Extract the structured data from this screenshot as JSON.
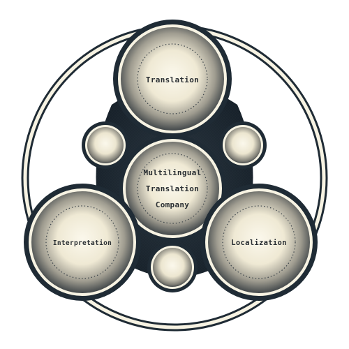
{
  "diagram": {
    "center": {
      "lines": [
        "Multilingual",
        "Translation",
        "Company"
      ]
    },
    "services": {
      "top": "Translation",
      "left": "Interpretation",
      "right": "Localization"
    }
  },
  "colors": {
    "dark": "#1f2b35",
    "cream": "#f7f3e3",
    "shade": "#3c444a",
    "text": "#2a2f33"
  }
}
